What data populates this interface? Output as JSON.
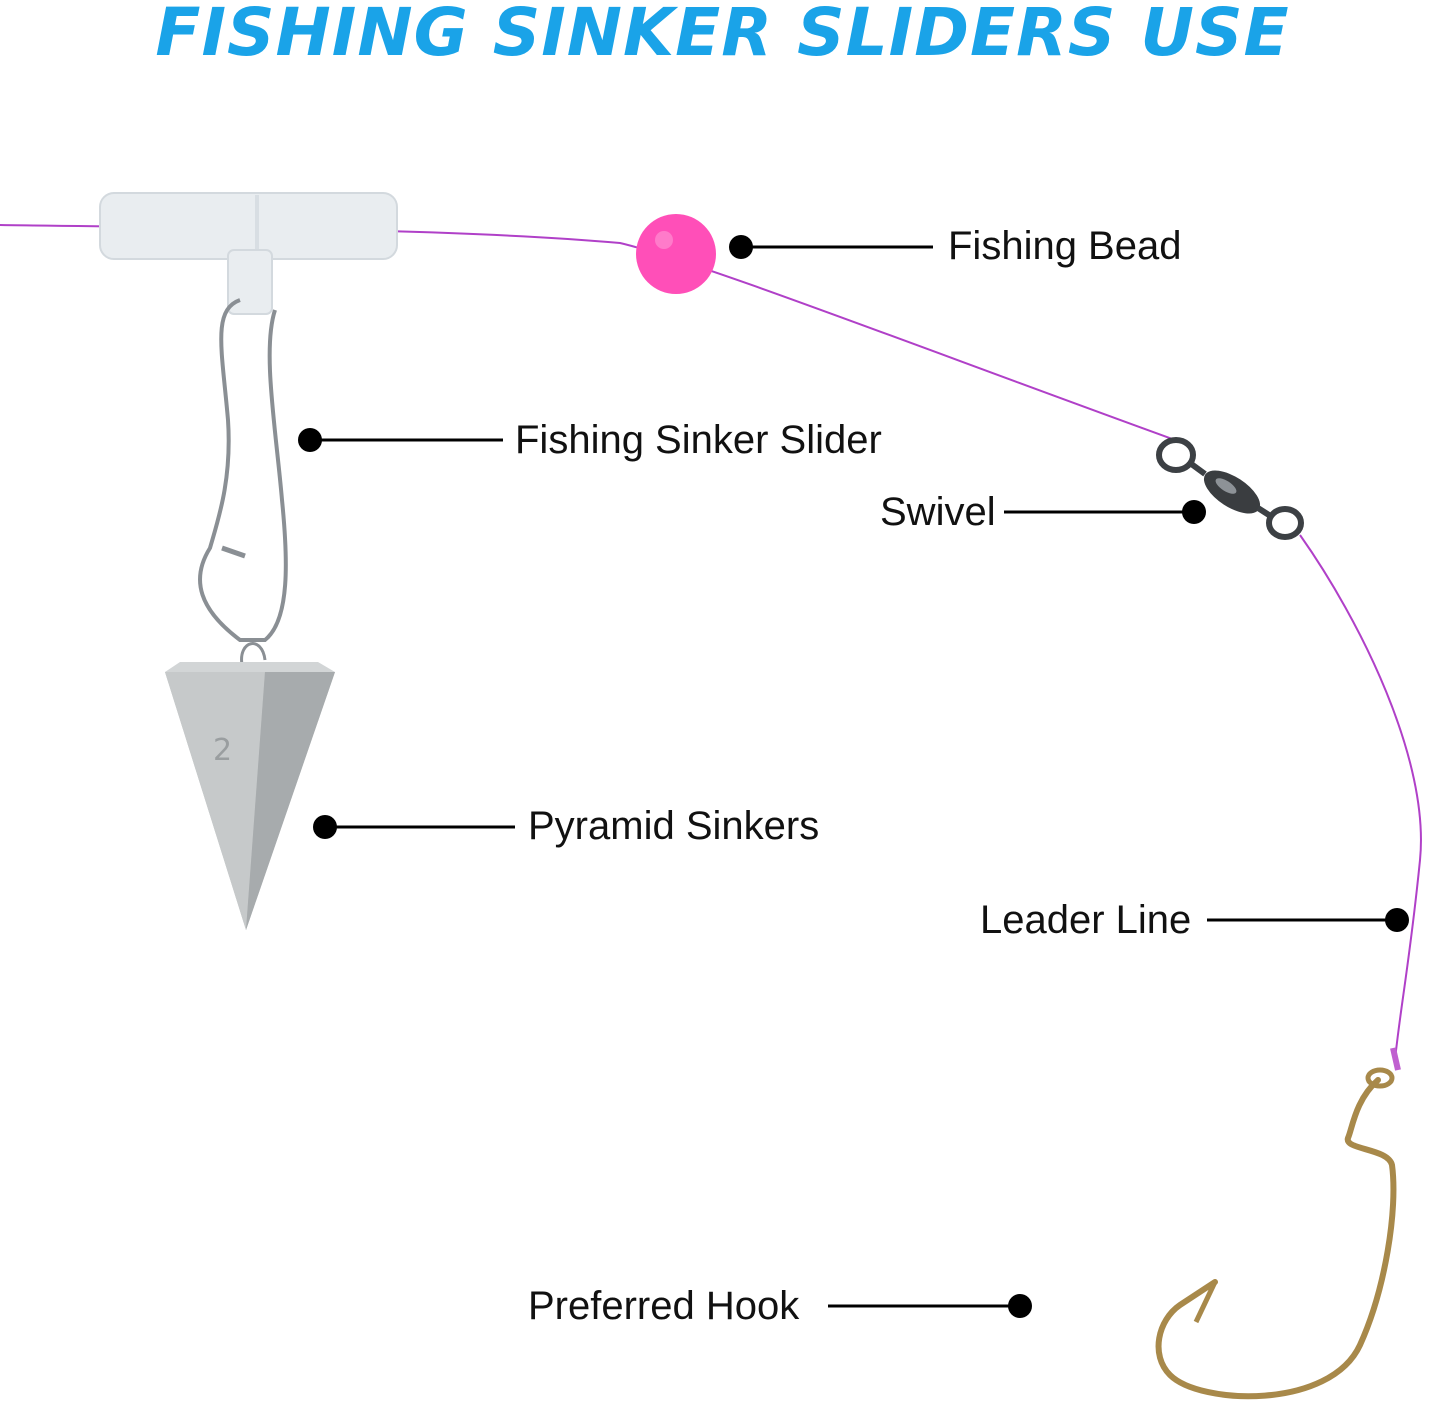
{
  "title": "FISHING SINKER SLIDERS USE",
  "colors": {
    "title": "#1aa3e8",
    "line": "#b040c8",
    "bead": "#ff4fb8",
    "sinker": "#b9bcbd",
    "wire": "#8a8f94",
    "hook": "#a8894a",
    "slider": "#e9edf0",
    "label_text": "#111111"
  },
  "labels": {
    "fishing_bead": "Fishing Bead",
    "sinker_slider": "Fishing Sinker Slider",
    "swivel": "Swivel",
    "pyramid_sinkers": "Pyramid Sinkers",
    "leader_line": "Leader Line",
    "preferred_hook": "Preferred Hook"
  },
  "sinker_mark": "2",
  "icons": [
    "sinker-slider-icon",
    "fishing-bead-icon",
    "swivel-icon",
    "pyramid-sinker-icon",
    "hook-icon"
  ]
}
